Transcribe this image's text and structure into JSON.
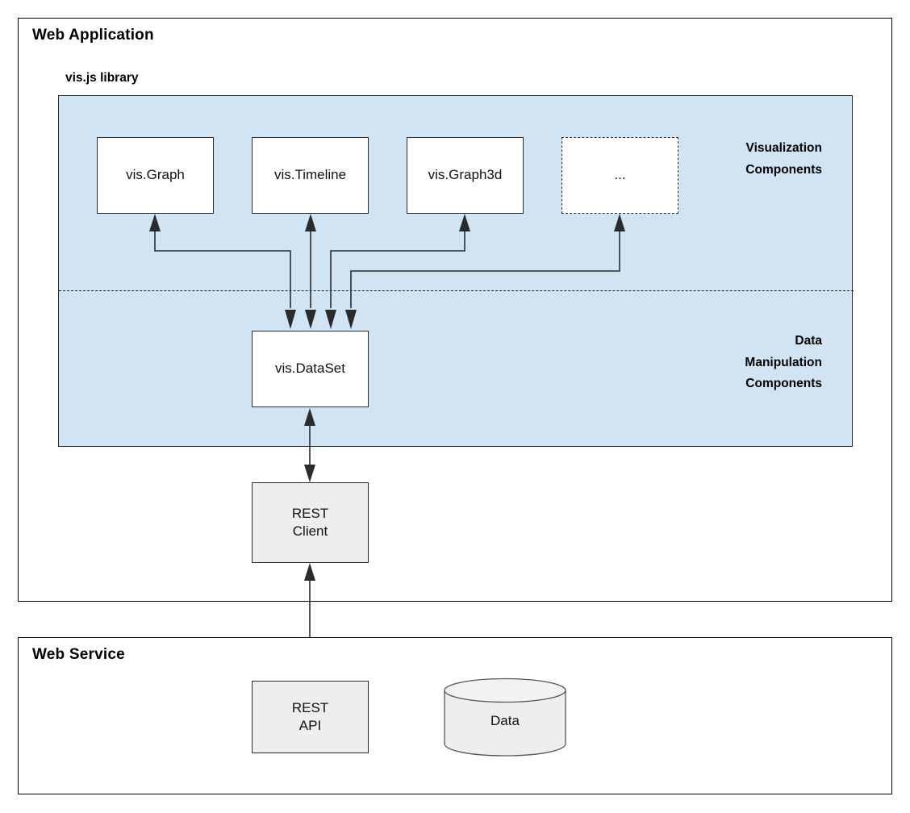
{
  "diagram": {
    "type": "architecture-block-diagram",
    "background": "#ffffff",
    "accent_panel_color": "#d0e4f3",
    "node_fill_color": "#ffffff",
    "gray_node_fill_color": "#eeeeee",
    "line_color": "#2b2b2b"
  },
  "web_application": {
    "title": "Web Application",
    "library": {
      "title": "vis.js library",
      "visualization_label": "Visualization\nComponents",
      "visualization_label_line1": "Visualization",
      "visualization_label_line2": "Components",
      "data_label_line1": "Data",
      "data_label_line2": "Manipulation",
      "data_label_line3": "Components",
      "visualization_components": [
        {
          "label": "vis.Graph",
          "dashed": false
        },
        {
          "label": "vis.Timeline",
          "dashed": false
        },
        {
          "label": "vis.Graph3d",
          "dashed": false
        },
        {
          "label": "...",
          "dashed": true
        }
      ],
      "data_components": [
        {
          "label": "vis.DataSet"
        }
      ]
    },
    "rest_client": {
      "line1": "REST",
      "line2": "Client"
    }
  },
  "web_service": {
    "title": "Web Service",
    "rest_api": {
      "line1": "REST",
      "line2": "API"
    },
    "database": {
      "label": "Data"
    }
  }
}
